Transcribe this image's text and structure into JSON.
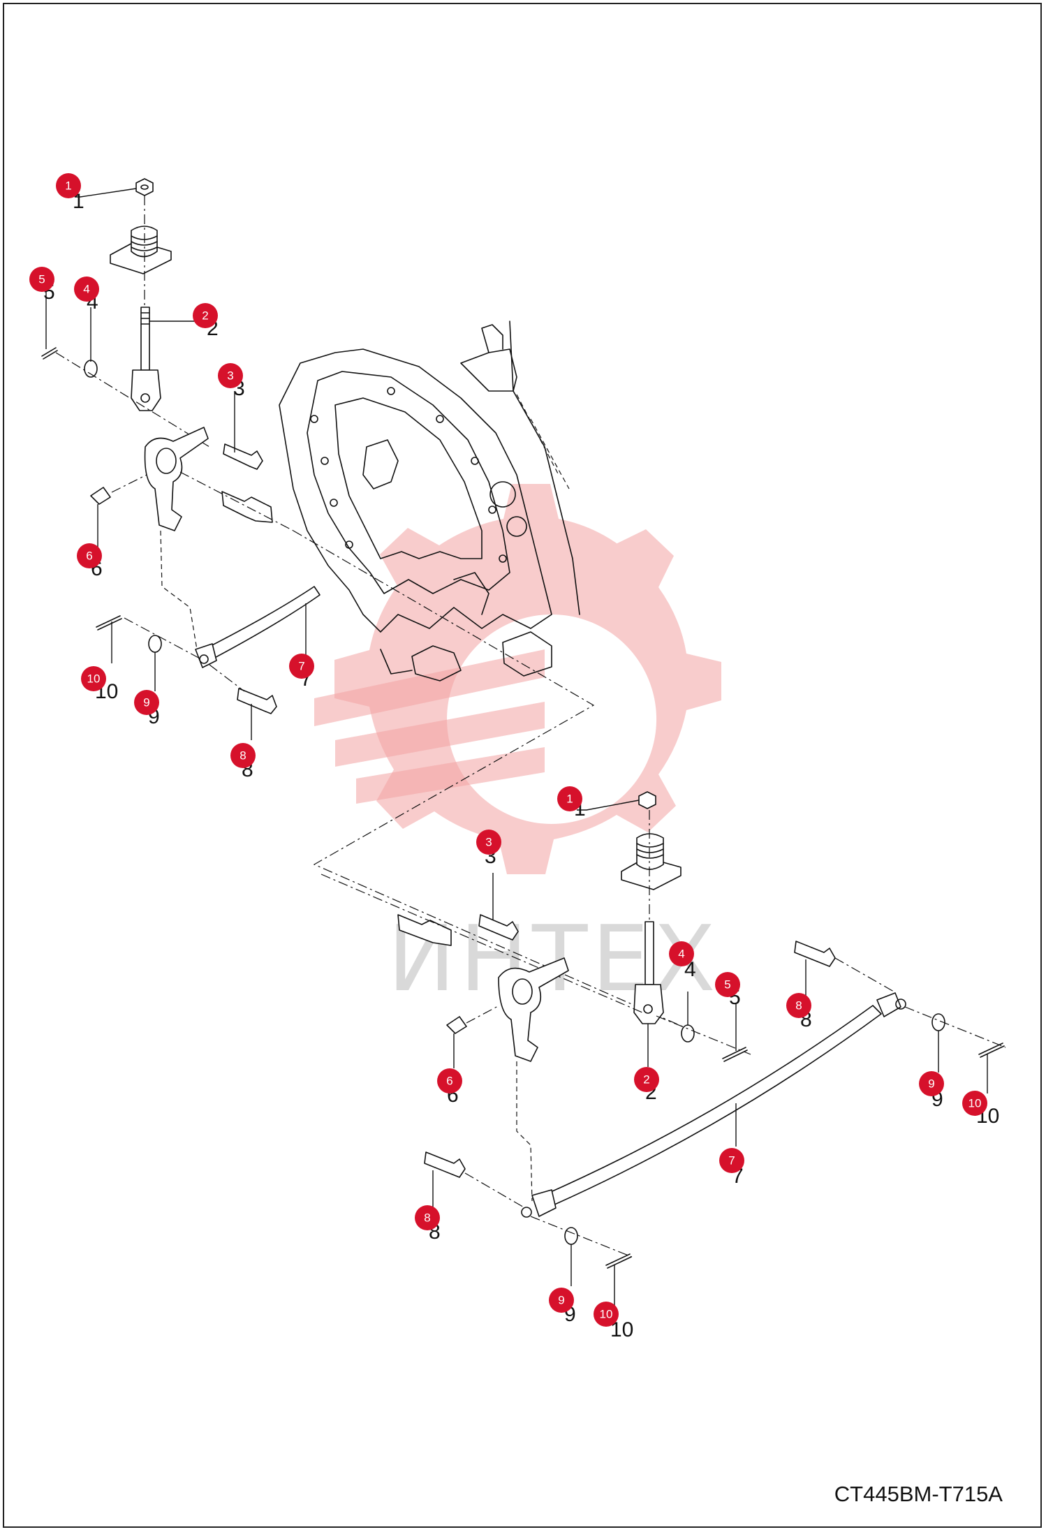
{
  "figure": {
    "code": "CT445BM-T715A",
    "watermark_text": "ИНТЕХ",
    "badge_color": "#d6112b",
    "watermark_color": "#f2a3a3"
  },
  "callouts": [
    {
      "id": "c1a",
      "label": "1"
    },
    {
      "id": "c2a",
      "label": "2"
    },
    {
      "id": "c3a",
      "label": "3"
    },
    {
      "id": "c4a",
      "label": "4"
    },
    {
      "id": "c5a",
      "label": "5"
    },
    {
      "id": "c6a",
      "label": "6"
    },
    {
      "id": "c7a",
      "label": "7"
    },
    {
      "id": "c8a",
      "label": "8"
    },
    {
      "id": "c9a",
      "label": "9"
    },
    {
      "id": "c10a",
      "label": "10"
    },
    {
      "id": "c1b",
      "label": "1"
    },
    {
      "id": "c2b",
      "label": "2"
    },
    {
      "id": "c3b",
      "label": "3"
    },
    {
      "id": "c4b",
      "label": "4"
    },
    {
      "id": "c5b",
      "label": "5"
    },
    {
      "id": "c6b",
      "label": "6"
    },
    {
      "id": "c7b",
      "label": "7"
    },
    {
      "id": "c8b",
      "label": "8"
    },
    {
      "id": "c8c",
      "label": "8"
    },
    {
      "id": "c9b",
      "label": "9"
    },
    {
      "id": "c9c",
      "label": "9"
    },
    {
      "id": "c10b",
      "label": "10"
    },
    {
      "id": "c10c",
      "label": "10"
    }
  ]
}
